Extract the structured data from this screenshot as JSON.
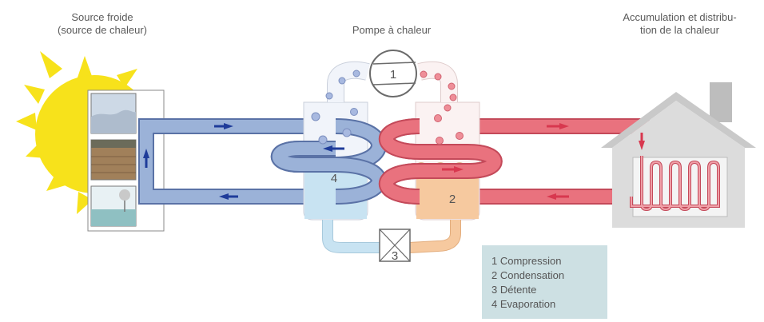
{
  "labels": {
    "source": "Source froide\n(source de chaleur)",
    "pump": "Pompe à chaleur",
    "accumulation": "Accumulation et distribu-\ntion de la chaleur"
  },
  "numbers": {
    "compressor": "1",
    "condenser": "2",
    "expansion_valve": "3",
    "evaporator": "4"
  },
  "legend": [
    "1 Compression",
    "2 Condensation",
    "3 Détente",
    "4 Evaporation"
  ],
  "colors": {
    "cold_loop": "#9bb2d8",
    "hot_loop": "#e9727e",
    "evaporator_liquid": "#c8e3f2",
    "condenser_liquid": "#f6c99f",
    "sun": "#f7e21b",
    "house": "#c9c9c9",
    "legend_bg": "#cde0e3",
    "arrow_cold": "#1f3c9a",
    "arrow_hot": "#d8384f"
  }
}
